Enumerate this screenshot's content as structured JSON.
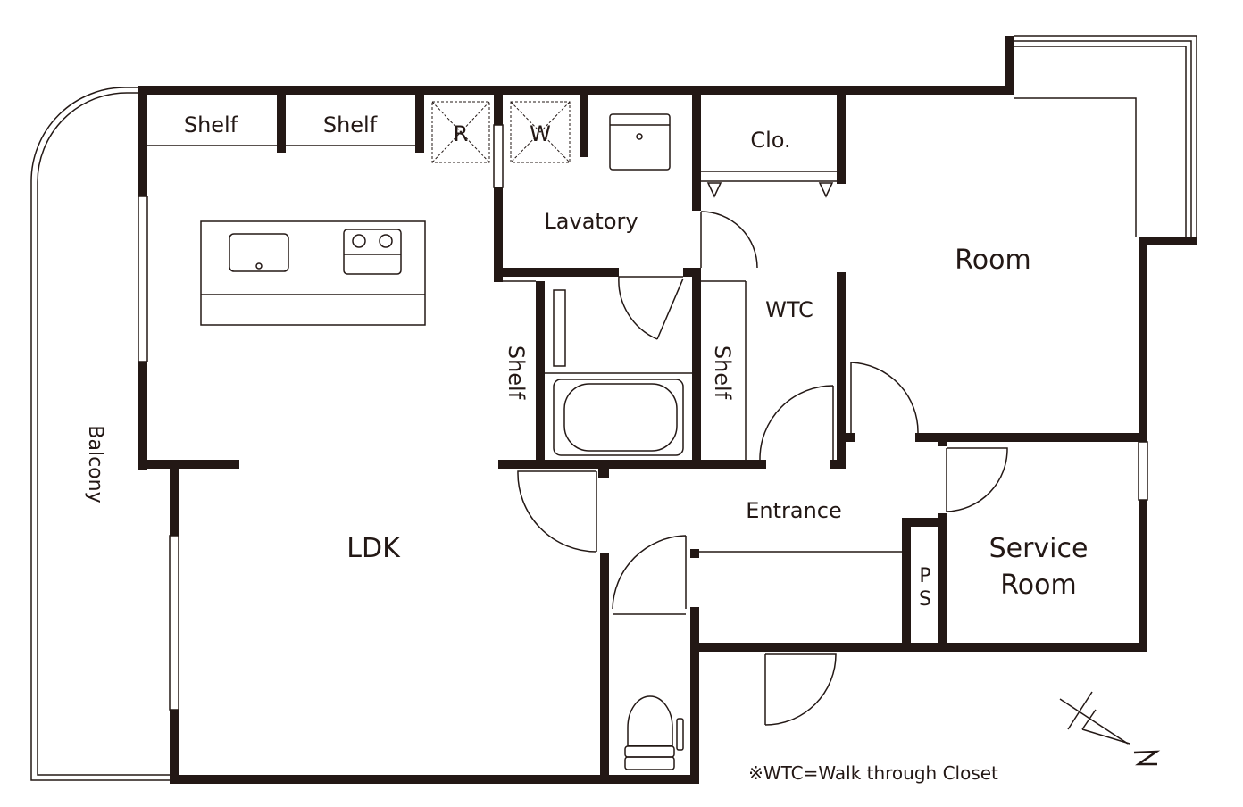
{
  "plan": {
    "rooms": {
      "shelf1": "Shelf",
      "shelf2": "Shelf",
      "fridge": "R",
      "washer": "W",
      "closet": "Clo.",
      "lavatory": "Lavatory",
      "shelf_bath": "Shelf",
      "shelf_wtc": "Shelf",
      "wtc": "WTC",
      "room": "Room",
      "balcony": "Balcony",
      "ldk": "LDK",
      "entrance": "Entrance",
      "ps_p": "P",
      "ps_s": "S",
      "service_line1": "Service",
      "service_line2": "Room"
    },
    "note": "※WTC=Walk through Closet",
    "compass": "N",
    "colors": {
      "wall": "#231815",
      "background": "#ffffff"
    }
  }
}
